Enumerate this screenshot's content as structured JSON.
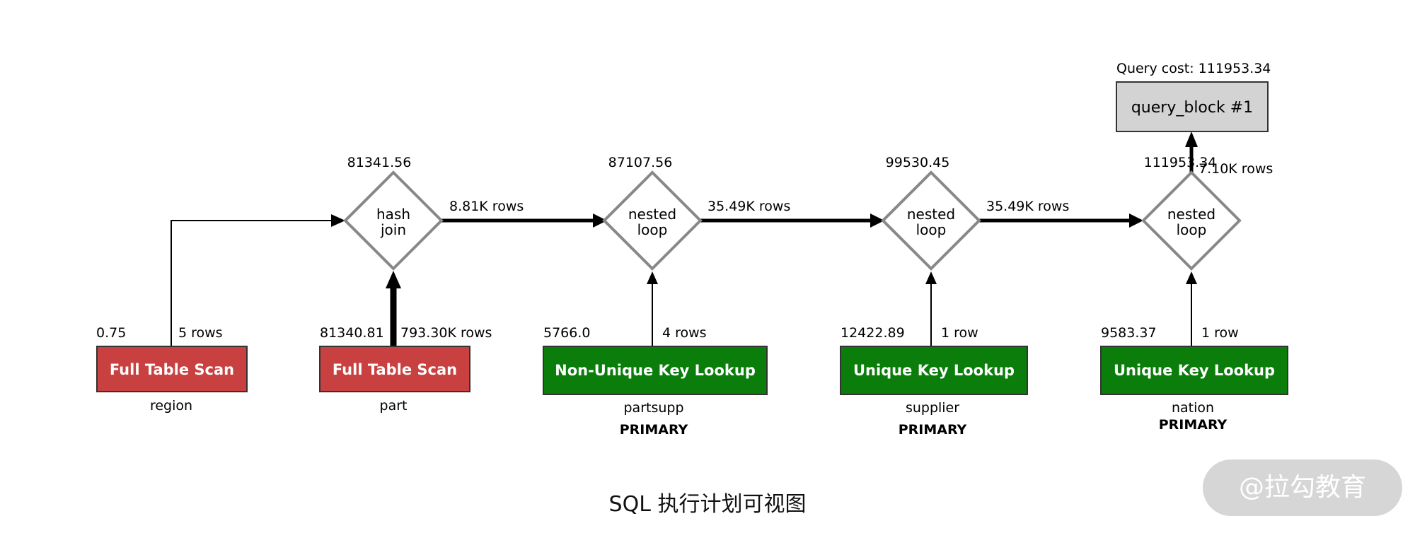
{
  "query_block": {
    "cost_label": "Query cost: 111953.34",
    "label": "query_block #1"
  },
  "joins": [
    {
      "op_line1": "hash",
      "op_line2": "join",
      "cost": "81341.56",
      "out_rows": "8.81K rows"
    },
    {
      "op_line1": "nested",
      "op_line2": "loop",
      "cost": "87107.56",
      "out_rows": "35.49K rows"
    },
    {
      "op_line1": "nested",
      "op_line2": "loop",
      "cost": "99530.45",
      "out_rows": "35.49K rows"
    },
    {
      "op_line1": "nested",
      "op_line2": "loop",
      "cost": "111953.34",
      "out_rows": "7.10K rows"
    }
  ],
  "access_nodes": [
    {
      "type": "Full Table Scan",
      "cost": "0.75",
      "rows": "5 rows",
      "table": "region",
      "key": "",
      "color": "#c8403f"
    },
    {
      "type": "Full Table Scan",
      "cost": "81340.81",
      "rows": "793.30K rows",
      "table": "part",
      "key": "",
      "color": "#c8403f"
    },
    {
      "type": "Non-Unique Key Lookup",
      "cost": "5766.0",
      "rows": "4 rows",
      "table": "partsupp",
      "key": "PRIMARY",
      "color": "#0a7d0a"
    },
    {
      "type": "Unique Key Lookup",
      "cost": "12422.89",
      "rows": "1 row",
      "table": "supplier",
      "key": "PRIMARY",
      "color": "#0a7d0a"
    },
    {
      "type": "Unique Key Lookup",
      "cost": "9583.37",
      "rows": "1 row",
      "table": "nation",
      "key": "PRIMARY",
      "color": "#0a7d0a"
    }
  ],
  "caption": "SQL 执行计划可视图",
  "watermark": "@拉勾教育"
}
